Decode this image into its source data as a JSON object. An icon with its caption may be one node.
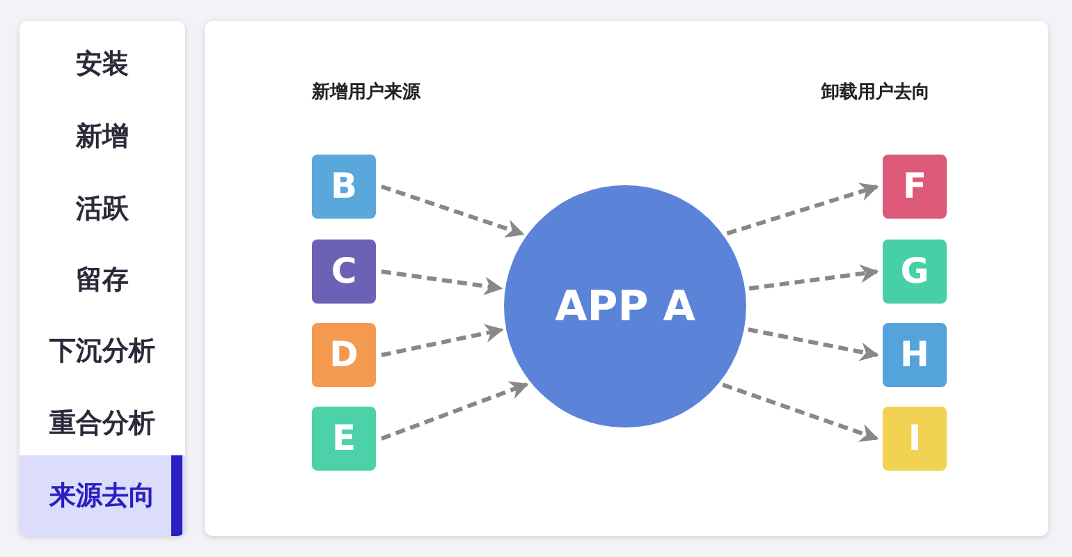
{
  "diagram": {
    "nodes": [
      {
        "text": [
          "APP A"
        ]
      },
      {
        "text": [
          "B"
        ]
      },
      {
        "text": [
          "C"
        ]
      },
      {
        "text": [
          "D"
        ]
      },
      {
        "text": [
          "E"
        ]
      },
      {
        "text": [
          "F"
        ]
      },
      {
        "text": [
          "G"
        ]
      },
      {
        "text": [
          "H"
        ]
      },
      {
        "text": [
          "I"
        ]
      }
    ],
    "edges": [
      {
        "from": 1,
        "to": 0,
        "arrow": "to",
        "style": "dashed"
      },
      {
        "from": 2,
        "to": 0,
        "arrow": "to",
        "style": "dashed"
      },
      {
        "from": 3,
        "to": 0,
        "arrow": "to",
        "style": "dashed"
      },
      {
        "from": 4,
        "to": 0,
        "arrow": "to",
        "style": "dashed"
      },
      {
        "from": 0,
        "to": 5,
        "arrow": "to",
        "style": "dashed"
      },
      {
        "from": 0,
        "to": 6,
        "arrow": "to",
        "style": "dashed"
      },
      {
        "from": 0,
        "to": 7,
        "arrow": "to",
        "style": "dashed"
      },
      {
        "from": 0,
        "to": 8,
        "arrow": "to",
        "style": "dashed"
      }
    ],
    "labels": [
      "安装",
      "新增",
      "活跃",
      "留存",
      "下沉分析",
      "重合分析",
      "来源去向",
      "新增用户来源",
      "卸载用户去向"
    ]
  }
}
